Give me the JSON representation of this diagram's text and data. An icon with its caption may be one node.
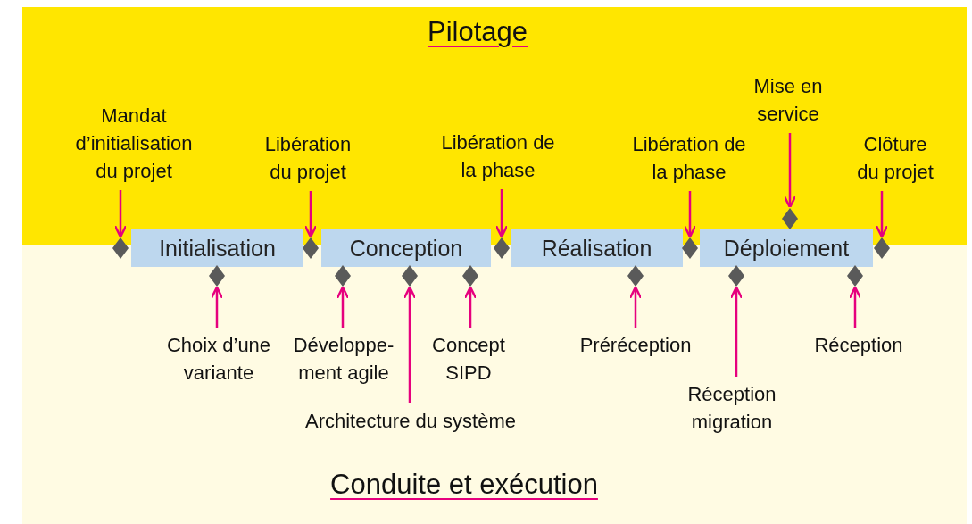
{
  "diagram": {
    "nodes": [
      {
        "text": [
          "Pilotage"
        ]
      },
      {
        "text": [
          "Mandat d’initialisation du projet"
        ],
        "in": 0
      },
      {
        "text": [
          "Libération du projet"
        ],
        "in": 0
      },
      {
        "text": [
          "Libération de la phase"
        ],
        "in": 0
      },
      {
        "text": [
          "Libération de la phase"
        ],
        "in": 0
      },
      {
        "text": [
          "Mise en service"
        ],
        "in": 0
      },
      {
        "text": [
          "Clôture du projet"
        ],
        "in": 0
      },
      {
        "text": [],
        "shape": "diamond",
        "in": 0
      },
      {
        "text": [
          "Initialisation"
        ]
      },
      {
        "text": [
          "Conception"
        ]
      },
      {
        "text": [
          "Réalisation"
        ]
      },
      {
        "text": [
          "Déploiement"
        ]
      },
      {
        "text": [],
        "shape": "diamond"
      },
      {
        "text": [],
        "shape": "diamond"
      },
      {
        "text": [],
        "shape": "diamond"
      },
      {
        "text": [],
        "shape": "diamond"
      },
      {
        "text": [],
        "shape": "diamond"
      },
      {
        "text": [
          "Conduite et exécution"
        ]
      },
      {
        "text": [],
        "shape": "diamond",
        "in": 17
      },
      {
        "text": [],
        "shape": "diamond",
        "in": 17
      },
      {
        "text": [],
        "shape": "diamond",
        "in": 17
      },
      {
        "text": [],
        "shape": "diamond",
        "in": 17
      },
      {
        "text": [],
        "shape": "diamond",
        "in": 17
      },
      {
        "text": [],
        "shape": "diamond",
        "in": 17
      },
      {
        "text": [],
        "shape": "diamond",
        "in": 17
      },
      {
        "text": [
          "Choix d’une variante"
        ],
        "in": 17
      },
      {
        "text": [
          "Développe- ment agile"
        ],
        "in": 17
      },
      {
        "text": [
          "Concept SIPD"
        ],
        "in": 17
      },
      {
        "text": [
          "Préréception"
        ],
        "in": 17
      },
      {
        "text": [
          "Architecture du système"
        ],
        "in": 17
      },
      {
        "text": [
          "Réception"
        ],
        "in": 17
      },
      {
        "text": [
          "Réception migration"
        ],
        "in": 17
      }
    ],
    "edges": [
      {
        "from": 1,
        "to": 12,
        "arrow": "to"
      },
      {
        "from": 2,
        "to": 13,
        "arrow": "to"
      },
      {
        "from": 3,
        "to": 14,
        "arrow": "to"
      },
      {
        "from": 4,
        "to": 15,
        "arrow": "to"
      },
      {
        "from": 5,
        "to": 7,
        "arrow": "to"
      },
      {
        "from": 6,
        "to": 16,
        "arrow": "to"
      },
      {
        "from": 25,
        "to": 18,
        "arrow": "to"
      },
      {
        "from": 26,
        "to": 19,
        "arrow": "to"
      },
      {
        "from": 29,
        "to": 20,
        "arrow": "to"
      },
      {
        "from": 27,
        "to": 21,
        "arrow": "to"
      },
      {
        "from": 28,
        "to": 22,
        "arrow": "to"
      },
      {
        "from": 31,
        "to": 23,
        "arrow": "to"
      },
      {
        "from": 30,
        "to": 24,
        "arrow": "to"
      }
    ]
  }
}
